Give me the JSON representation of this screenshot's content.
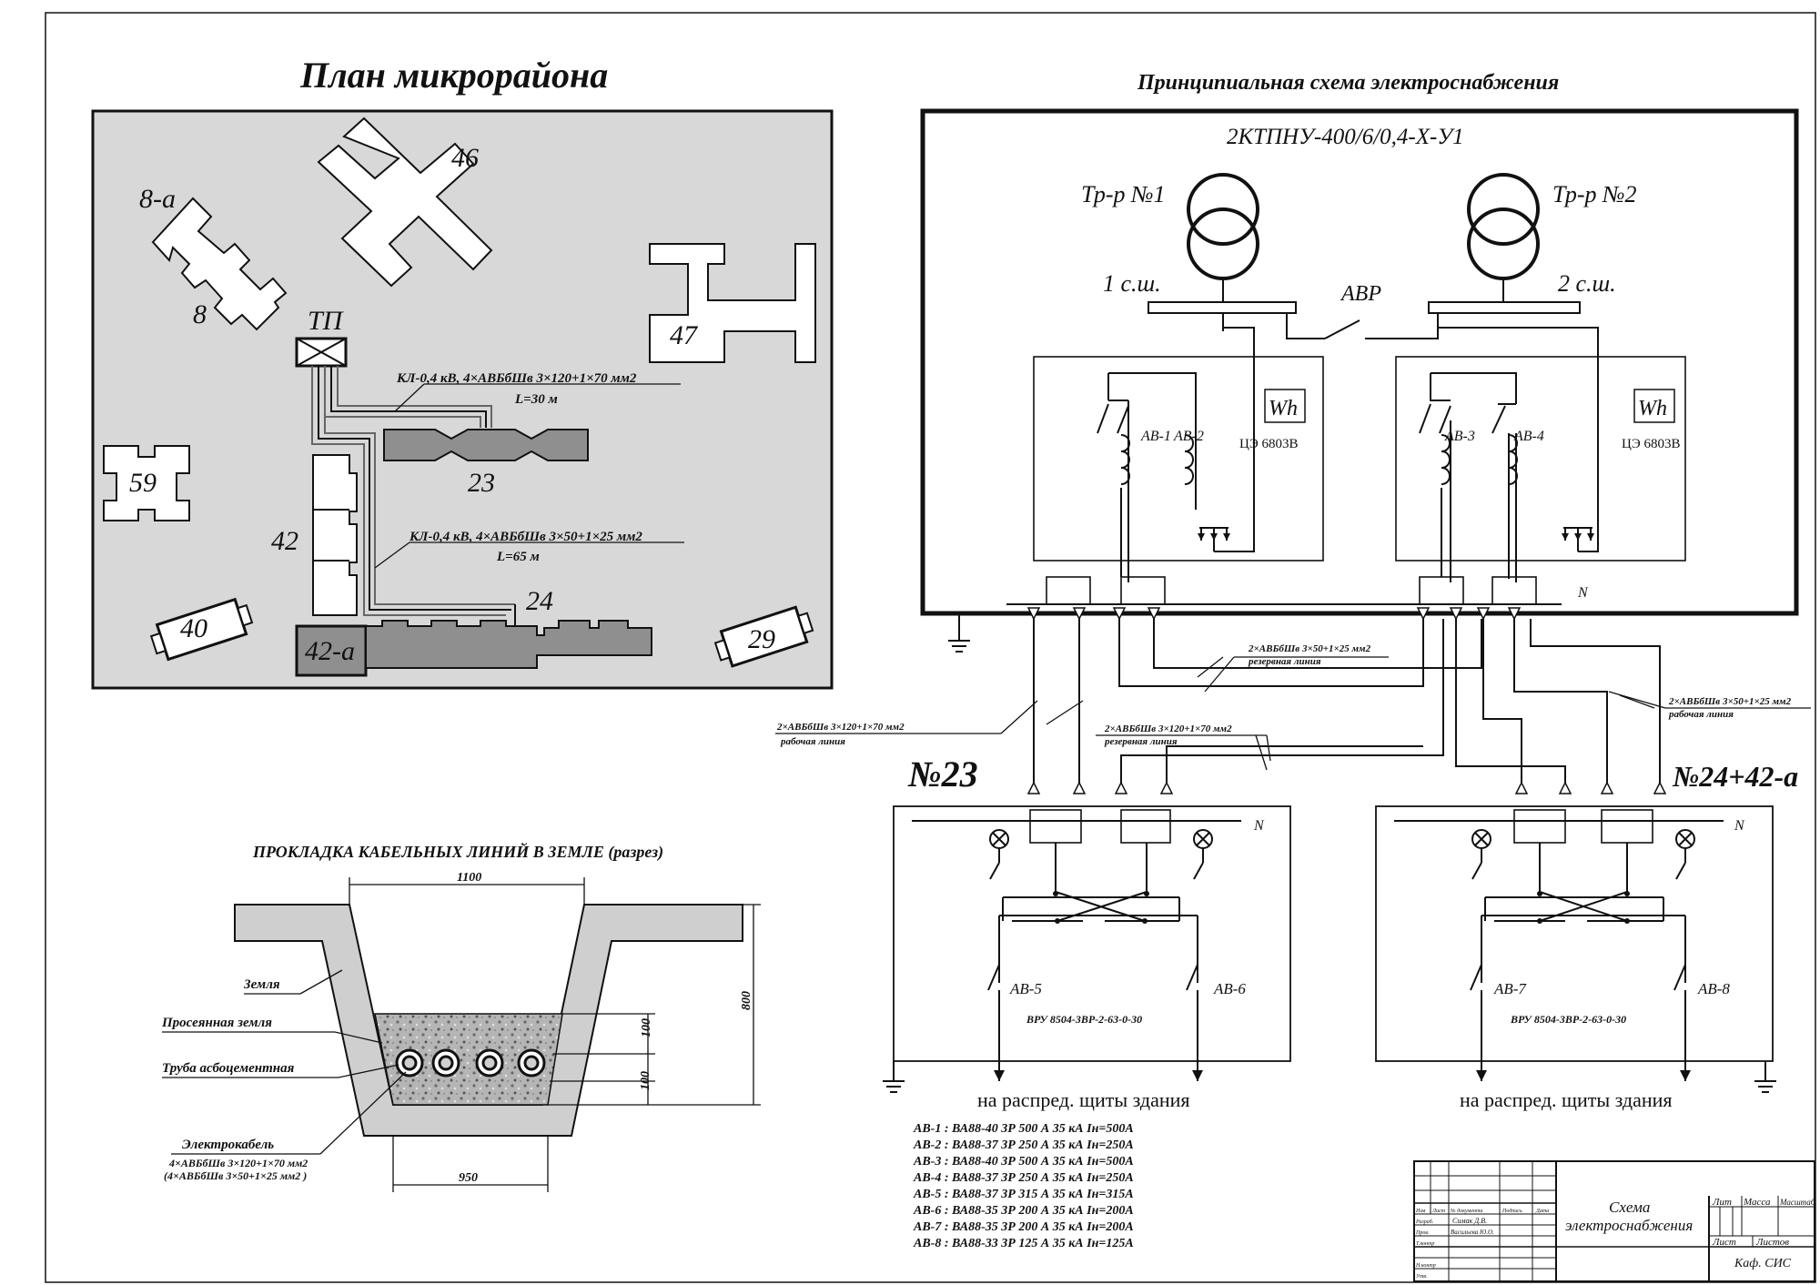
{
  "plan": {
    "title": "План микрорайона",
    "tp_label": "ТП",
    "buildings": {
      "b8a": "8-а",
      "b8": "8",
      "b46": "46",
      "b47": "47",
      "b59": "59",
      "b23": "23",
      "b42": "42",
      "b42a": "42-а",
      "b24": "24",
      "b40": "40",
      "b29": "29"
    },
    "cable1": {
      "label": "КЛ-0,4 кВ, 4×АВБбШв 3×120+1×70 мм2",
      "length": "L=30 м"
    },
    "cable2": {
      "label": "КЛ-0,4 кВ, 4×АВБбШв 3×50+1×25 мм2",
      "length": "L=65 м"
    }
  },
  "trench": {
    "title": "ПРОКЛАДКА КАБЕЛЬНЫХ ЛИНИЙ В ЗЕМЛЕ (разрез)",
    "dim_top": "1100",
    "dim_bottom": "950",
    "dim_height": "800",
    "dim_layer1": "100",
    "dim_layer2": "100",
    "label_earth": "Земля",
    "label_sifted": "Просеянная земля",
    "label_pipe": "Труба асбоцементная",
    "label_cable": "Электрокабель",
    "cable_spec1": "4×АВБбШв 3×120+1×70 мм2",
    "cable_spec2": "(4×АВБбШв 3×50+1×25 мм2 )"
  },
  "schema": {
    "title": "Принципиальная схема электроснабжения",
    "substation": "2КТПНУ-400/6/0,4-Х-У1",
    "tr1": "Тр-р №1",
    "tr2": "Тр-р №2",
    "bus1": "1 с.ш.",
    "bus2": "2 с.ш.",
    "avr": "АВР",
    "meter": "Wh",
    "meter_model": "ЦЭ 6803В",
    "breakers": {
      "ab1": "АВ-1",
      "ab2": "АВ-2",
      "ab3": "АВ-3",
      "ab4": "АВ-4",
      "ab5": "АВ-5",
      "ab6": "АВ-6",
      "ab7": "АВ-7",
      "ab8": "АВ-8"
    },
    "neutral": "N",
    "line_main_spec": "2×АВБбШв 3×120+1×70 мм2",
    "line_main_type": "рабочая линия",
    "line_reserve_spec1": "2×АВБбШв 3×120+1×70 мм2",
    "line_reserve_type1": "резервная линия",
    "line_reserve_spec2": "2×АВБбШв 3×50+1×25 мм2",
    "line_reserve_type2": "резервная линия",
    "line_work2_spec": "2×АВБбШв 3×50+1×25 мм2",
    "line_work2_type": "рабочая линия",
    "consumer1": "№23",
    "consumer2": "№24+42-а",
    "vru": "ВРУ 8504-3ВР-2-63-0-30",
    "outgoing": "на распред. щиты здания"
  },
  "spec_list": [
    "АВ-1 : ВА88-40 3Р 500 А 35 кА  Iн=500А",
    "АВ-2 : ВА88-37 3Р 250 А 35 кА  Iн=250А",
    "АВ-3 : ВА88-40 3Р 500 А 35 кА  Iн=500А",
    "АВ-4 : ВА88-37 3Р 250 А 35 кА  Iн=250А",
    "АВ-5 : ВА88-37 3Р 315 А 35 кА  Iн=315А",
    "АВ-6 : ВА88-35 3Р 200 А 35 кА  Iн=200А",
    "АВ-7 : ВА88-35 3Р 200 А 35 кА  Iн=200А",
    "АВ-8 : ВА88-33 3Р 125 А 35 кА  Iн=125А"
  ],
  "stamp": {
    "title_line1": "Схема",
    "title_line2": "электроснабжения",
    "lit": "Лит",
    "mass": "Масса",
    "scale": "Масштаб",
    "sheet": "Лист",
    "sheets": "Листов",
    "org": "Каф. СИС",
    "izm": "Изм",
    "list": "Лист",
    "doc_no": "№ документа",
    "signature": "Подпись",
    "date": "Дата",
    "razrab": "Разраб.",
    "razrab_name": "Симак Д.В.",
    "prov": "Пров.",
    "prov_name": "Васильева Ю.О.",
    "tkontr": "Т.контр",
    "nkontr": "Н.контр",
    "utv": "Утв."
  }
}
